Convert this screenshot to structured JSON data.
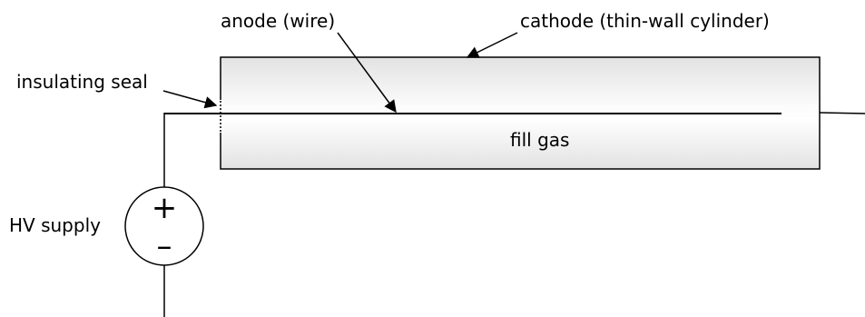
{
  "diagram": {
    "labels": {
      "anode": "anode (wire)",
      "cathode": "cathode (thin-wall cylinder)",
      "insulating_seal": "insulating seal",
      "fill_gas": "fill gas",
      "hv_supply": "HV supply",
      "plus_sign": "+",
      "minus_sign": "–"
    },
    "colors": {
      "stroke": "#000000",
      "tube_edge": "#e4e4e4",
      "tube_center": "#ffffff"
    }
  }
}
